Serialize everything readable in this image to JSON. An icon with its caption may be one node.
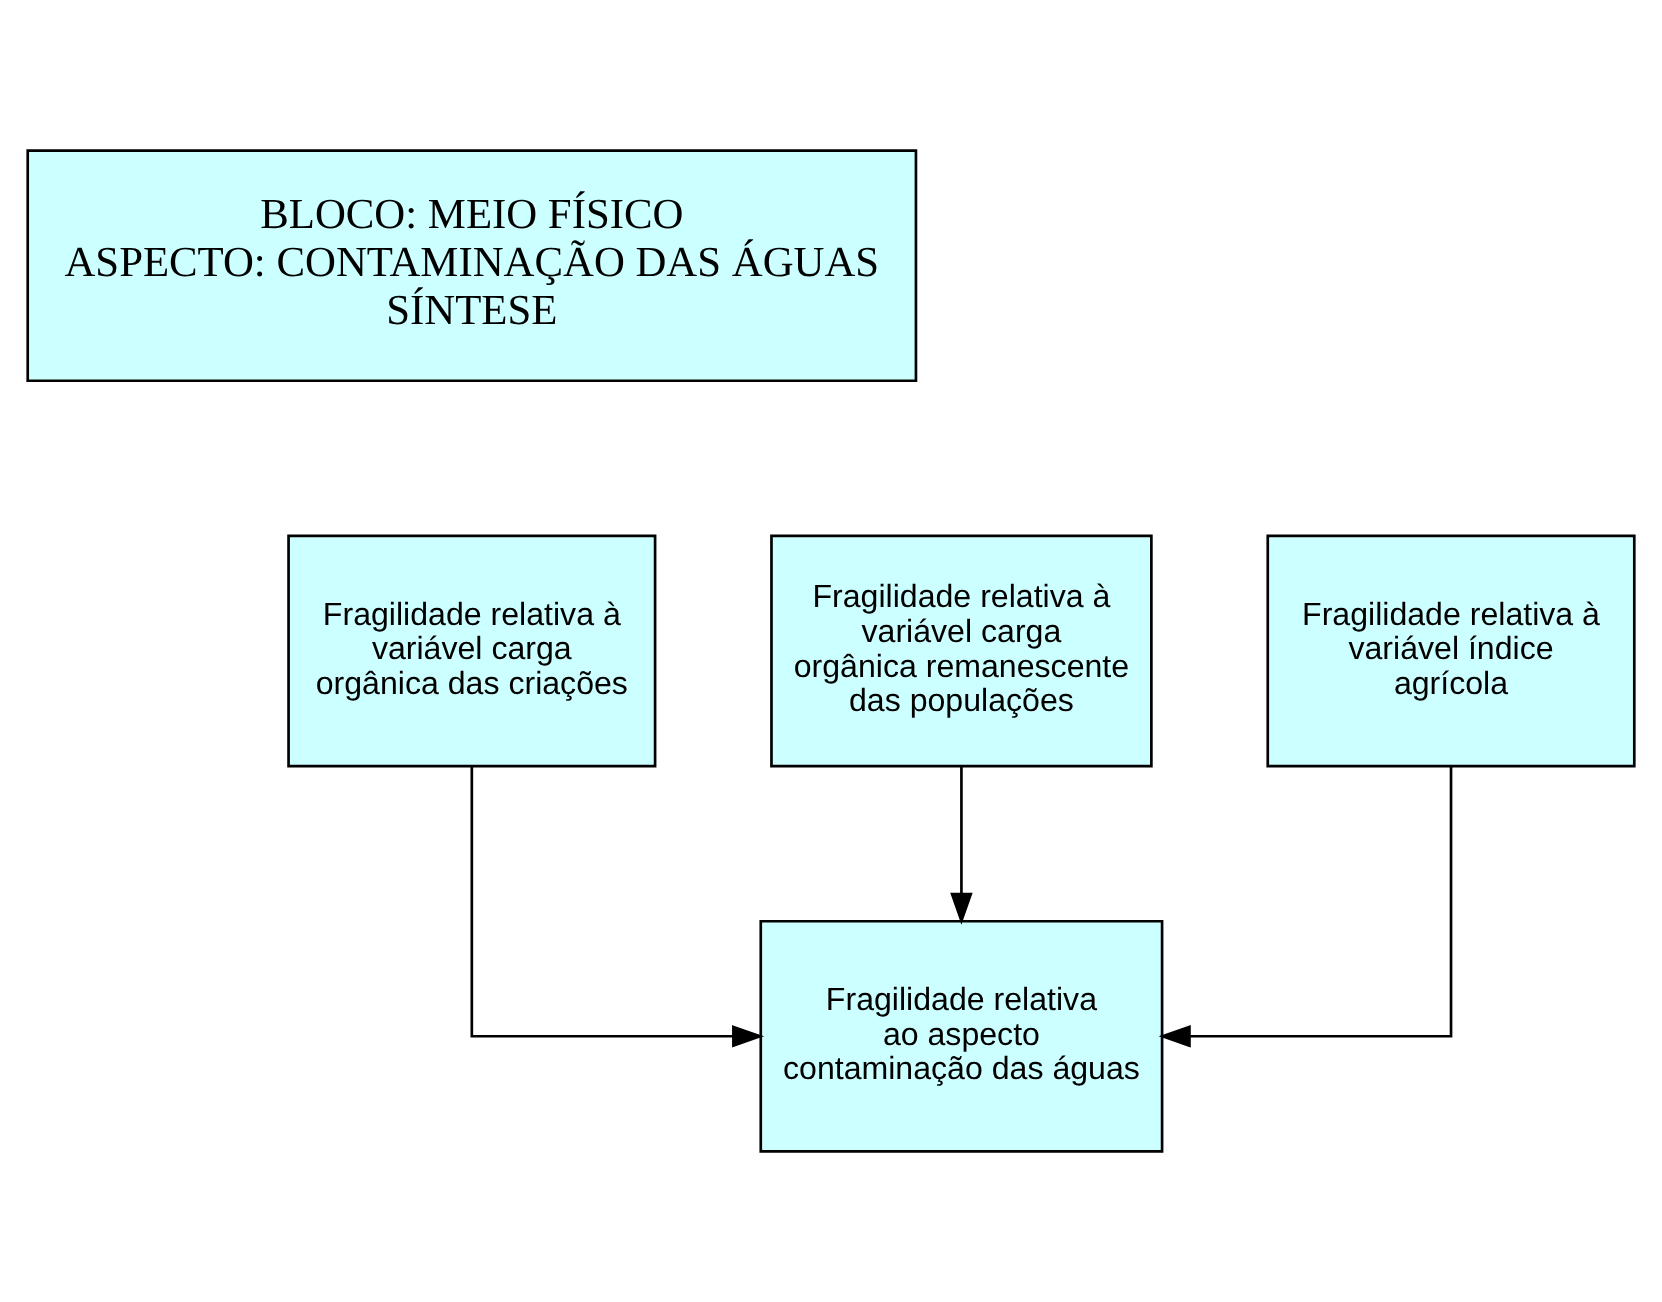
{
  "diagram": {
    "nodes": [
      {
        "text": [
          "BLOCO: MEIO FÍSICO",
          "ASPECTO: CONTAMINAÇÃO DAS ÁGUAS",
          "SÍNTESE"
        ]
      },
      {
        "text": [
          "Fragilidade relativa à variável carga orgânica remanescente das populações"
        ]
      },
      {
        "text": [
          "Fragilidade relativa à variável carga orgânica das criações"
        ]
      },
      {
        "text": [
          "Fragilidade relativa à variável índice agrícola"
        ]
      },
      {
        "text": [
          "Fragilidade relativa ao aspecto contaminação das águas"
        ]
      }
    ],
    "edges": [
      {
        "from": 1,
        "to": 4,
        "arrow": "to"
      },
      {
        "from": 2,
        "to": 4,
        "arrow": "to"
      },
      {
        "from": 3,
        "to": 4,
        "arrow": "to"
      }
    ]
  }
}
